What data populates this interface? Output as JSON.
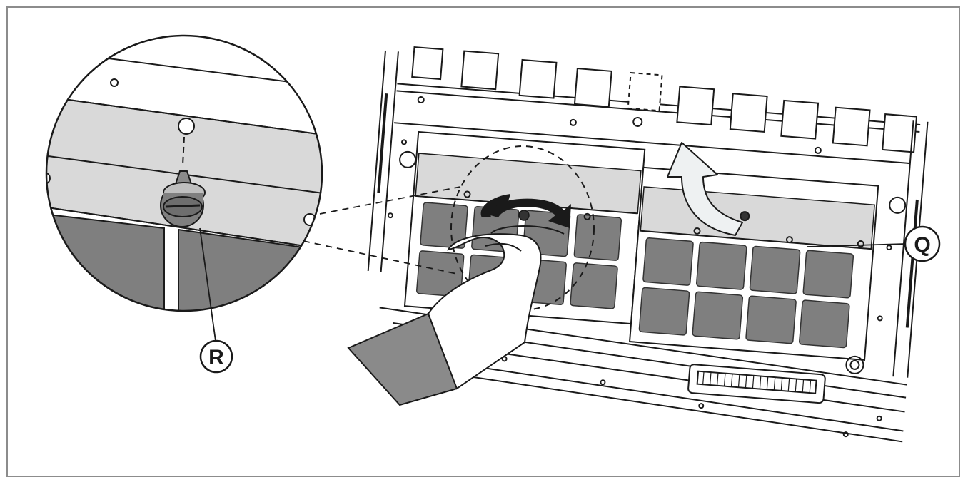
{
  "callouts": {
    "q": "Q",
    "r": "R"
  },
  "colors": {
    "line": "#1a1a1a",
    "panel_light": "#d9d9d9",
    "panel_dark": "#7f7f7f",
    "arrow_fill": "#eef1f2",
    "hand_fill": "#ffffff",
    "sleeve_fill": "#8a8a8a",
    "frame_border": "#8c8c8c"
  },
  "icons": {
    "rotation_arrow": "counter-clockwise-rotate-arrow",
    "lift_arrow": "curved-up-arrow"
  }
}
